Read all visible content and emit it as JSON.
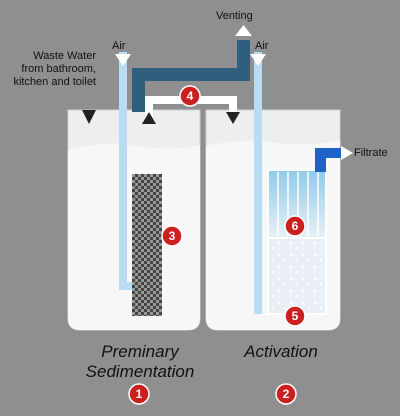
{
  "labels": {
    "venting": "Venting",
    "air_left": "Air",
    "air_right": "Air",
    "waste_water": "Waste Water\nfrom bathroom,\nkitchen and toilet",
    "filtrate": "Filtrate"
  },
  "stages": {
    "preliminary": "Preminary\nSedimentation",
    "activation": "Activation"
  },
  "markers": [
    "1",
    "2",
    "3",
    "4",
    "5",
    "6"
  ],
  "colors": {
    "background": "#8f8f8f",
    "tank": "#eeeeee",
    "water": "#f6f6f6",
    "pipe_dark": "#2f5f7d",
    "pipe_light": "#b8ddf2",
    "marker": "#cc1f1f",
    "filtrate_pipe": "#1f63c8"
  }
}
